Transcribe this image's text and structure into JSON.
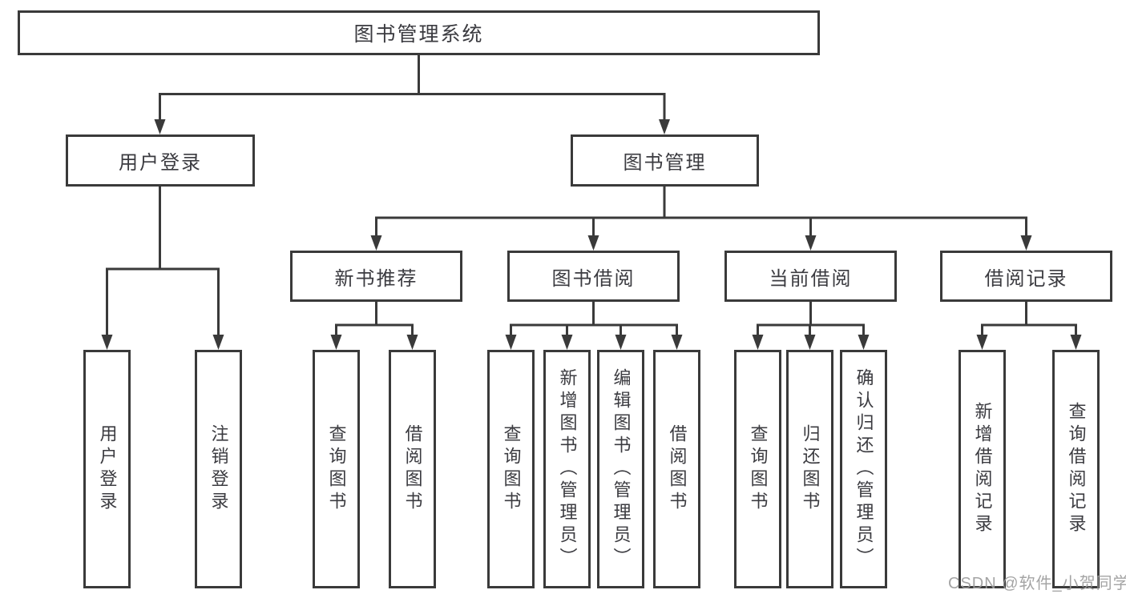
{
  "diagram": {
    "root": {
      "label": "图书管理系统"
    },
    "user_branch": {
      "label": "用户登录",
      "children": [
        {
          "label": "用户登录"
        },
        {
          "label": "注销登录"
        }
      ]
    },
    "book_branch": {
      "label": "图书管理",
      "sections": [
        {
          "label": "新书推荐",
          "children": [
            {
              "label": "查询图书"
            },
            {
              "label": "借阅图书"
            }
          ]
        },
        {
          "label": "图书借阅",
          "children": [
            {
              "label": "查询图书"
            },
            {
              "label": "新增图书（管理员）"
            },
            {
              "label": "编辑图书（管理员）"
            },
            {
              "label": "借阅图书"
            }
          ]
        },
        {
          "label": "当前借阅",
          "children": [
            {
              "label": "查询图书"
            },
            {
              "label": "归还图书"
            },
            {
              "label": "确认归还（管理员）"
            }
          ]
        },
        {
          "label": "借阅记录",
          "children": [
            {
              "label": "新增借阅记录"
            },
            {
              "label": "查询借阅记录"
            }
          ]
        }
      ]
    }
  },
  "watermark": {
    "text": "CSDN @软件_小贺同学"
  },
  "colors": {
    "line": "#3a3a3a",
    "text": "#3b3b40",
    "watermark_gray": "#9b9b9b",
    "background": "#ffffff"
  }
}
